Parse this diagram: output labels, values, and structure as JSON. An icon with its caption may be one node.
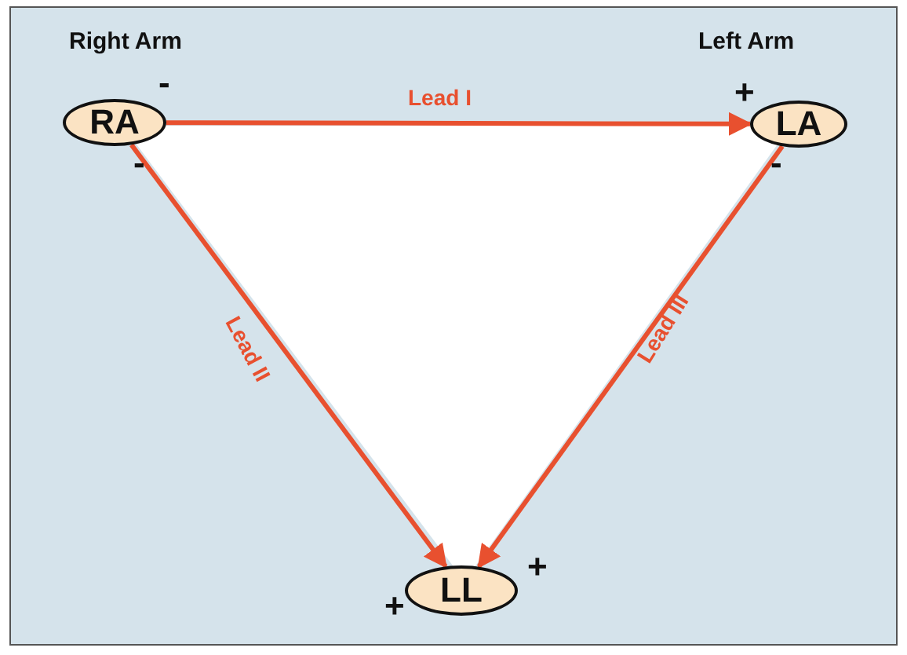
{
  "diagram": {
    "nodes": [
      {
        "text": [
          "RA"
        ],
        "beside": [
          "Right Arm"
        ]
      },
      {
        "text": [
          "LA"
        ],
        "beside": [
          "Left Arm"
        ]
      },
      {
        "text": [
          "LL"
        ]
      }
    ],
    "edges": [
      {
        "from": 0,
        "to": 1,
        "arrow": "to",
        "label": "Lead I"
      },
      {
        "from": 0,
        "to": 2,
        "arrow": "to",
        "label": "Lead II"
      },
      {
        "from": 1,
        "to": 2,
        "arrow": "to",
        "label": "Lead III"
      }
    ],
    "labels": [
      "-",
      "+",
      "-",
      "-",
      "+",
      "+"
    ]
  }
}
